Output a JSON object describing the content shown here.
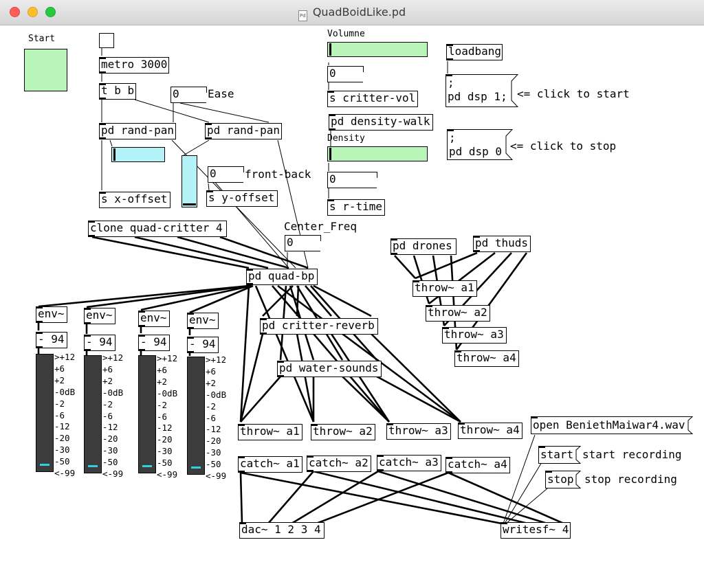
{
  "window": {
    "title": "QuadBoidLike.pd",
    "doc_icon_text": "Pd"
  },
  "colors": {
    "toggle_green": "#b9f4b9",
    "slider_cyan": "#b3f2f7",
    "close": "#fd5f57",
    "minimize": "#febc2e",
    "zoom": "#28c840"
  },
  "labels": {
    "start": "Start",
    "volume": "Volumne",
    "density": "Density",
    "ease": "Ease",
    "front_back": "front-back",
    "center_freq": "Center_Freq",
    "click_start": "<= click to start",
    "click_stop": "<= click to stop",
    "start_recording": "start recording",
    "stop_recording": "stop recording"
  },
  "objects": {
    "metro": "metro 3000",
    "tbb": "t b b",
    "rand_pan_1": "pd rand-pan",
    "rand_pan_2": "pd rand-pan",
    "s_xoffset": "s x-offset",
    "s_yoffset": "s y-offset",
    "clone": "clone quad-critter 4",
    "quad_bp": "pd quad-bp",
    "s_critter_vol": "s critter-vol",
    "density_walk": "pd density-walk",
    "s_rtime": "s r-time",
    "loadbang": "loadbang",
    "critter_reverb": "pd critter-reverb",
    "water_sounds": "pd water-sounds",
    "drones": "pd drones",
    "thuds": "pd thuds",
    "env": [
      "env~",
      "env~",
      "env~",
      "env~"
    ],
    "minus94": [
      "- 94",
      "- 94",
      "- 94",
      "- 94"
    ],
    "throw_bottom": [
      "throw~ a1",
      "throw~ a2",
      "throw~ a3",
      "throw~ a4"
    ],
    "throw_right": [
      "throw~ a1",
      "throw~ a2",
      "throw~ a3",
      "throw~ a4"
    ],
    "catch": [
      "catch~ a1",
      "catch~ a2",
      "catch~ a3",
      "catch~ a4"
    ],
    "dac": "dac~ 1 2 3 4",
    "writesf": "writesf~ 4"
  },
  "messages": {
    "dsp_on": ";\npd dsp 1;",
    "dsp_off": ";\npd dsp 0",
    "open": "open BeniethMaiwar4.wav",
    "start": "start",
    "stop": "stop"
  },
  "number_boxes": {
    "ease": "0",
    "front_back": "0",
    "center_freq": "0",
    "volume": "0",
    "density": "0"
  },
  "sliders": {
    "volume_level": 0,
    "density_level": 0,
    "x_pan_level": 0,
    "y_pan_level": 0
  },
  "vu_scale": ">+12\n+6\n+2\n-0dB\n-2\n-6\n-12\n-20\n-30\n-50\n<-99"
}
